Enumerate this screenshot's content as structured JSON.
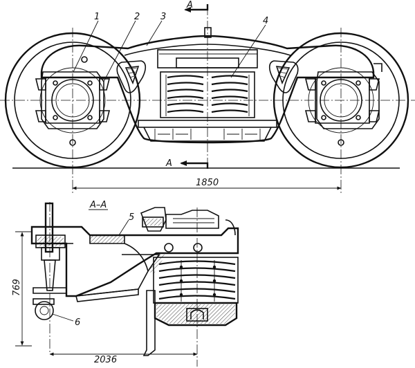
{
  "callouts": [
    "1",
    "2",
    "3",
    "4",
    "5",
    "6"
  ],
  "section": {
    "mark_top": "А",
    "mark_bottom": "А",
    "view_title": "А–А"
  },
  "dimensions": {
    "wheelbase": "1850",
    "height": "769",
    "width": "2036"
  }
}
